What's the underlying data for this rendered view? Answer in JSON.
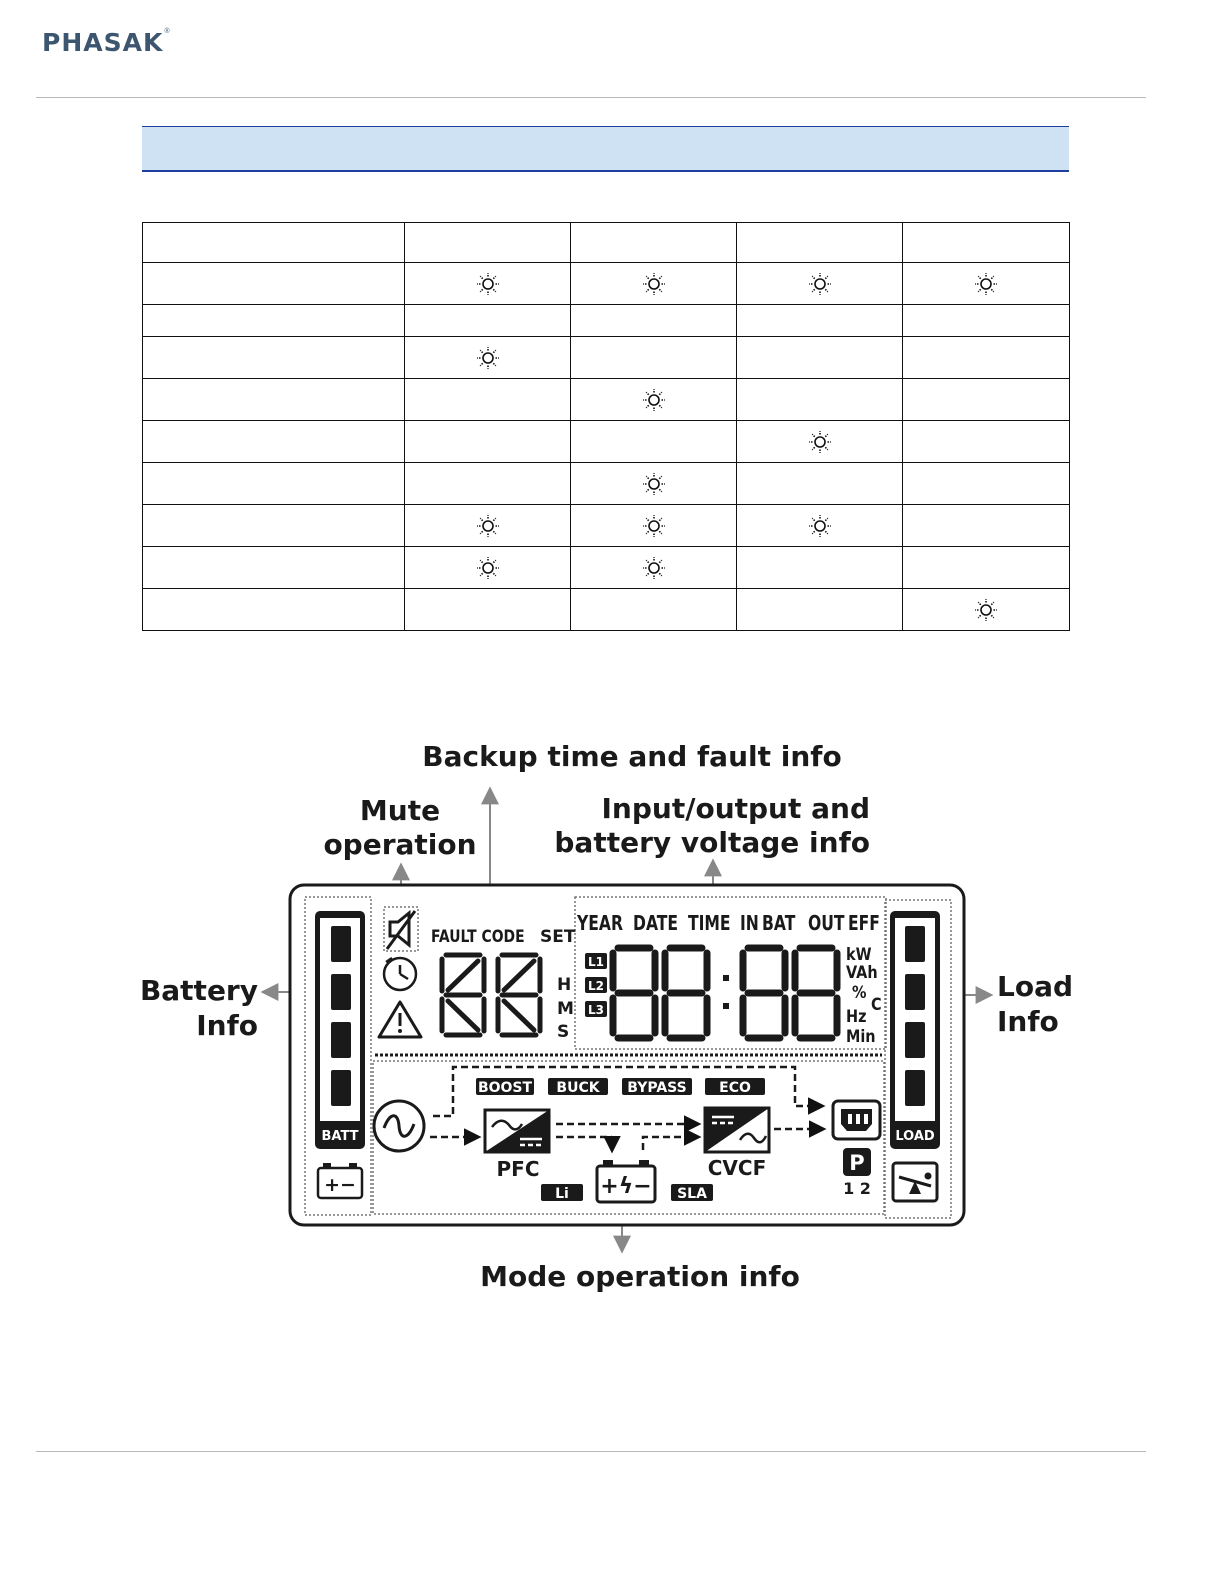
{
  "brand": {
    "logo_text": "PHASAK",
    "registered_mark": "®"
  },
  "led_table": {
    "columns": 5,
    "rows": [
      [
        false,
        false,
        false,
        false
      ],
      [
        true,
        true,
        true,
        true
      ],
      [
        false,
        false,
        false,
        false
      ],
      [
        true,
        false,
        false,
        false
      ],
      [
        false,
        true,
        false,
        false
      ],
      [
        false,
        false,
        true,
        false
      ],
      [
        false,
        true,
        false,
        false
      ],
      [
        true,
        true,
        true,
        false
      ],
      [
        true,
        true,
        false,
        false
      ],
      [
        false,
        false,
        false,
        true
      ]
    ],
    "icon": "sun-icon"
  },
  "lcd_diagram": {
    "callouts": {
      "backup": "Backup time and fault info",
      "mute_1": "Mute",
      "mute_2": "operation",
      "io_1": "Input/output and",
      "io_2": "battery voltage info",
      "battery_1": "Battery",
      "battery_2": "Info",
      "load_1": "Load",
      "load_2": "Info",
      "mode": "Mode operation info"
    },
    "panel": {
      "fault_code": "FAULT CODE",
      "set": "SET",
      "hms": [
        "H",
        "M",
        "S"
      ],
      "top_labels": [
        "YEAR",
        "DATE",
        "TIME",
        "IN",
        "BAT",
        "OUT",
        "EFF"
      ],
      "lines": [
        "L1",
        "L2",
        "L3"
      ],
      "units": [
        "kW",
        "VAh",
        "%",
        "C",
        "Hz",
        "Min"
      ],
      "batt": "BATT",
      "load": "LOAD",
      "modes": [
        "BOOST",
        "BUCK",
        "BYPASS",
        "ECO"
      ],
      "pfc": "PFC",
      "cvcf": "CVCF",
      "li": "Li",
      "sla": "SLA",
      "p": "P",
      "p_nums": "1 2",
      "batt_symbol": "+−",
      "charge_symbol": "+ϟ−"
    }
  }
}
